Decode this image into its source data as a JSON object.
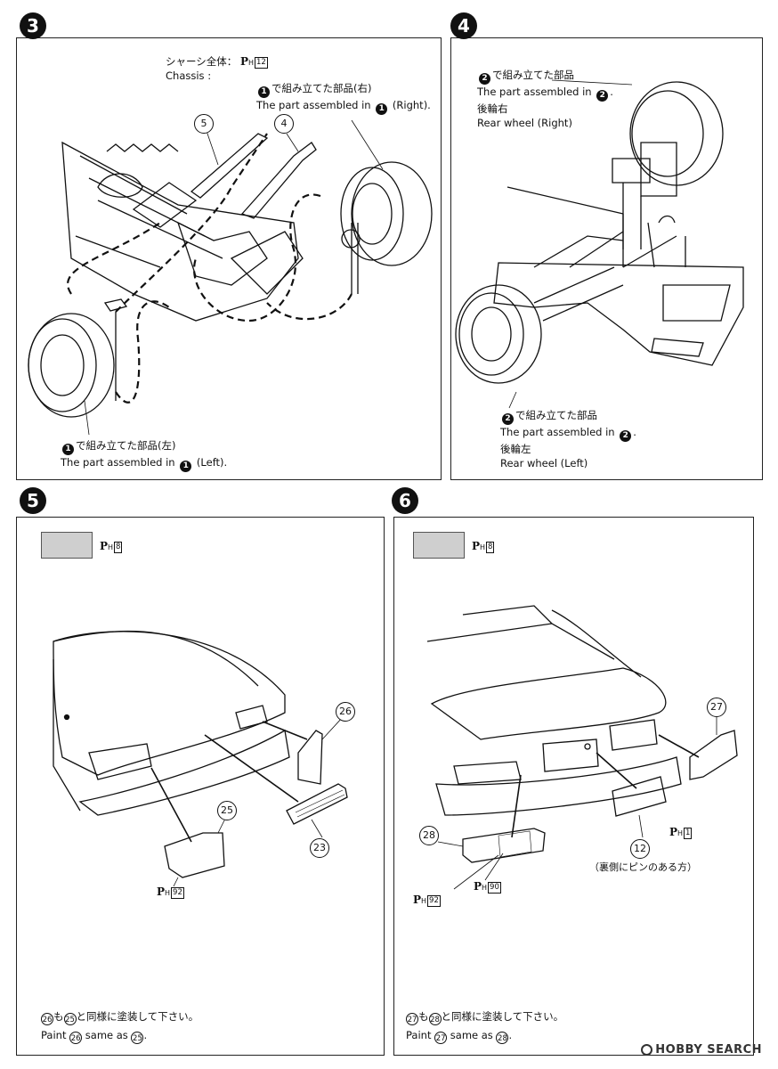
{
  "steps": {
    "s3": {
      "number": "3",
      "paint_ref": {
        "symbol": "P",
        "sub": "H",
        "code": "12"
      },
      "chassis_jp": "シャーシ全体：",
      "chassis_en": "Chassis :",
      "right_jp": "で組み立てた部品(右)",
      "right_en_pre": "The part assembled in",
      "right_en_post": "(Right).",
      "left_jp": "で組み立てた部品(左)",
      "left_en_pre": "The part assembled in",
      "left_en_post": "(Left).",
      "ref_num": "1",
      "parts": [
        "5",
        "4"
      ]
    },
    "s4": {
      "number": "4",
      "ref_num": "2",
      "top_jp": "で組み立てた部品",
      "top_en_pre": "The part assembled in",
      "top_jp2": "後輪右",
      "top_en2": "Rear wheel (Right)",
      "bot_jp": "で組み立てた部品",
      "bot_en_pre": "The part assembled in",
      "bot_jp2": "後輪左",
      "bot_en2": "Rear wheel (Left)"
    },
    "s5": {
      "number": "5",
      "swatch_ref": {
        "symbol": "P",
        "sub": "H",
        "code": "8"
      },
      "parts": [
        "26",
        "25",
        "23"
      ],
      "paint_92": {
        "symbol": "P",
        "sub": "H",
        "code": "92"
      },
      "note_jp_a": "26",
      "note_jp_mid": "も",
      "note_jp_b": "25",
      "note_jp_end": "と同様に塗装して下さい。",
      "note_en_pre": "Paint",
      "note_en_a": "26",
      "note_en_mid": "same as",
      "note_en_b": "25",
      "note_en_end": "."
    },
    "s6": {
      "number": "6",
      "swatch_ref": {
        "symbol": "P",
        "sub": "H",
        "code": "8"
      },
      "parts": [
        "27",
        "28",
        "12"
      ],
      "paint_1": {
        "symbol": "P",
        "sub": "H",
        "code": "1"
      },
      "paint_92": {
        "symbol": "P",
        "sub": "H",
        "code": "92"
      },
      "paint_90": {
        "symbol": "P",
        "sub": "H",
        "code": "90"
      },
      "pin_note": "（裏側にピンのある方）",
      "note_jp_a": "27",
      "note_jp_mid": "も",
      "note_jp_b": "28",
      "note_jp_end": "と同様に塗装して下さい。",
      "note_en_pre": "Paint",
      "note_en_a": "27",
      "note_en_mid": "same as",
      "note_en_b": "28",
      "note_en_end": "."
    }
  },
  "watermark": "HOBBY SEARCH",
  "colors": {
    "swatch": "#cfcfcf",
    "ink": "#111111"
  }
}
